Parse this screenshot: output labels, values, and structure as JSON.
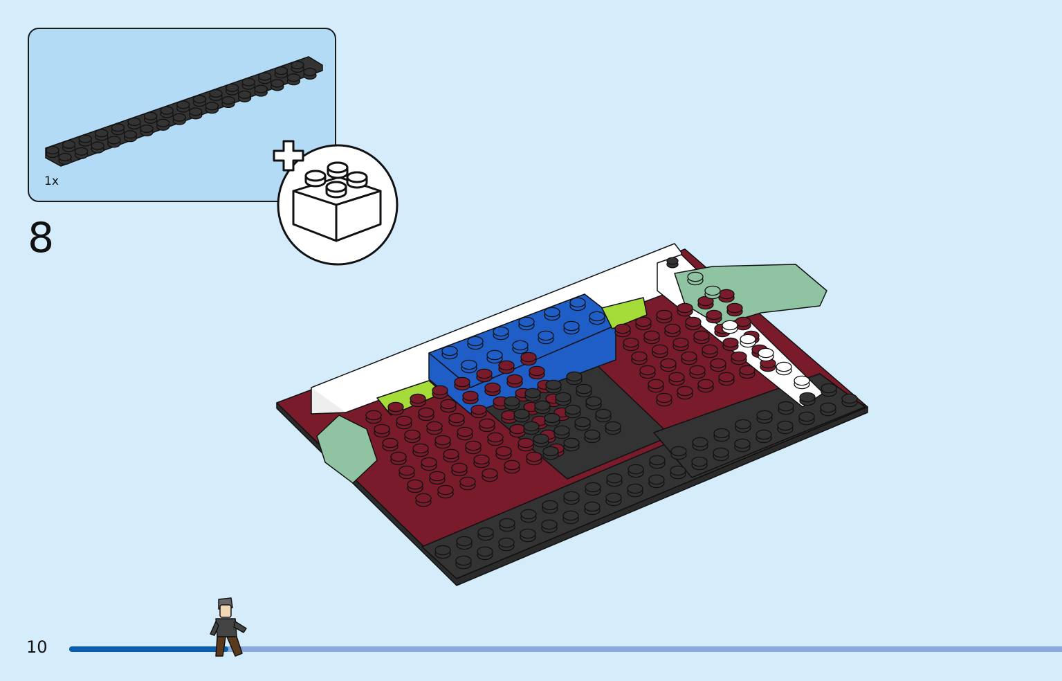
{
  "parts_list": {
    "quantity": "1x",
    "part_color": "#333333"
  },
  "step": {
    "number": "8"
  },
  "new_part_badge": {
    "icon": "plus-brick-icon"
  },
  "model": {
    "colors": {
      "dark_red": "#7a1b2b",
      "black": "#333333",
      "blue": "#1f5dc7",
      "white": "#ffffff",
      "lime": "#a6dc3a",
      "sand_green": "#8fc3a1"
    }
  },
  "footer": {
    "page_number": "10",
    "progress_fraction": 0.16
  },
  "colors": {
    "background": "#d5ecfb",
    "callout": "#b3dbf6",
    "progress_fill": "#0d5cab",
    "progress_track": "#89a9dc"
  }
}
